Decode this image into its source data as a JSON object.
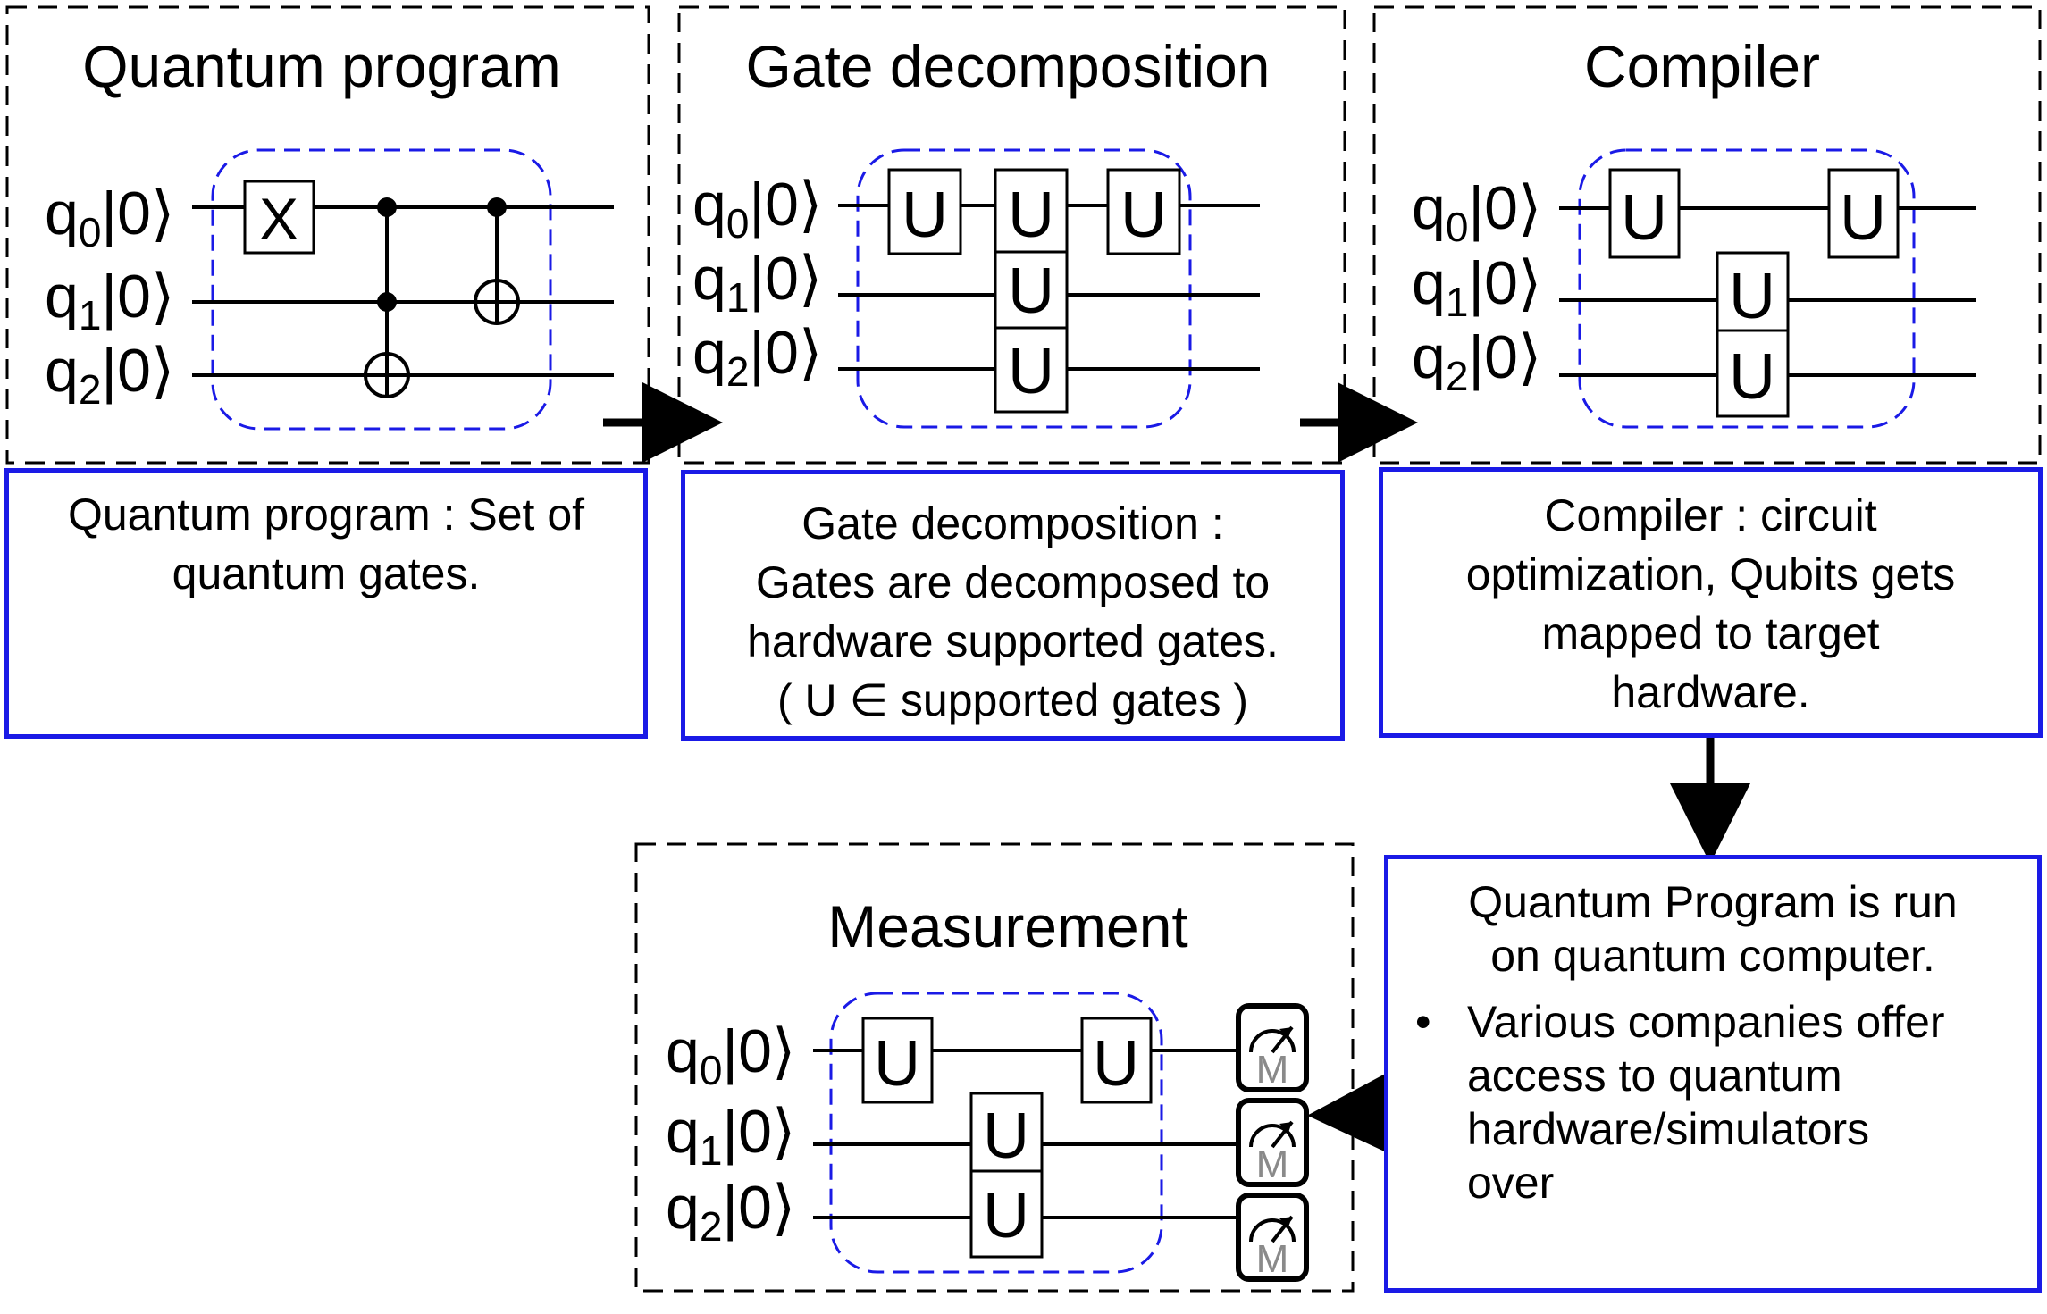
{
  "panels": {
    "program": {
      "title": "Quantum program"
    },
    "decomposition": {
      "title": "Gate decomposition"
    },
    "compiler": {
      "title": "Compiler"
    },
    "measurement": {
      "title": "Measurement"
    }
  },
  "qubit_labels": [
    {
      "q": "q",
      "sub": "0",
      "ket": "|0⟩"
    },
    {
      "q": "q",
      "sub": "1",
      "ket": "|0⟩"
    },
    {
      "q": "q",
      "sub": "2",
      "ket": "|0⟩"
    }
  ],
  "gate_symbols": {
    "x": "X",
    "u": "U",
    "m": "M"
  },
  "descriptions": {
    "program": [
      "Quantum program : Set of",
      "quantum gates."
    ],
    "decomposition": [
      "Gate decomposition :",
      "Gates are decomposed to",
      "hardware supported gates.",
      "( U ∈ supported gates )"
    ],
    "compiler": [
      "Compiler : circuit",
      "optimization, Qubits gets",
      "mapped to target",
      "hardware."
    ]
  },
  "run_box": {
    "head": [
      "Quantum Program is run",
      "on quantum computer."
    ],
    "bullet_symbol": "•",
    "bullet_lines": [
      "Various companies offer",
      "access to quantum",
      "hardware/simulators",
      "over"
    ]
  },
  "colors": {
    "accent_blue": "#1a1ae6",
    "wire": "#000000",
    "meter_text": "#8a8a8a"
  }
}
